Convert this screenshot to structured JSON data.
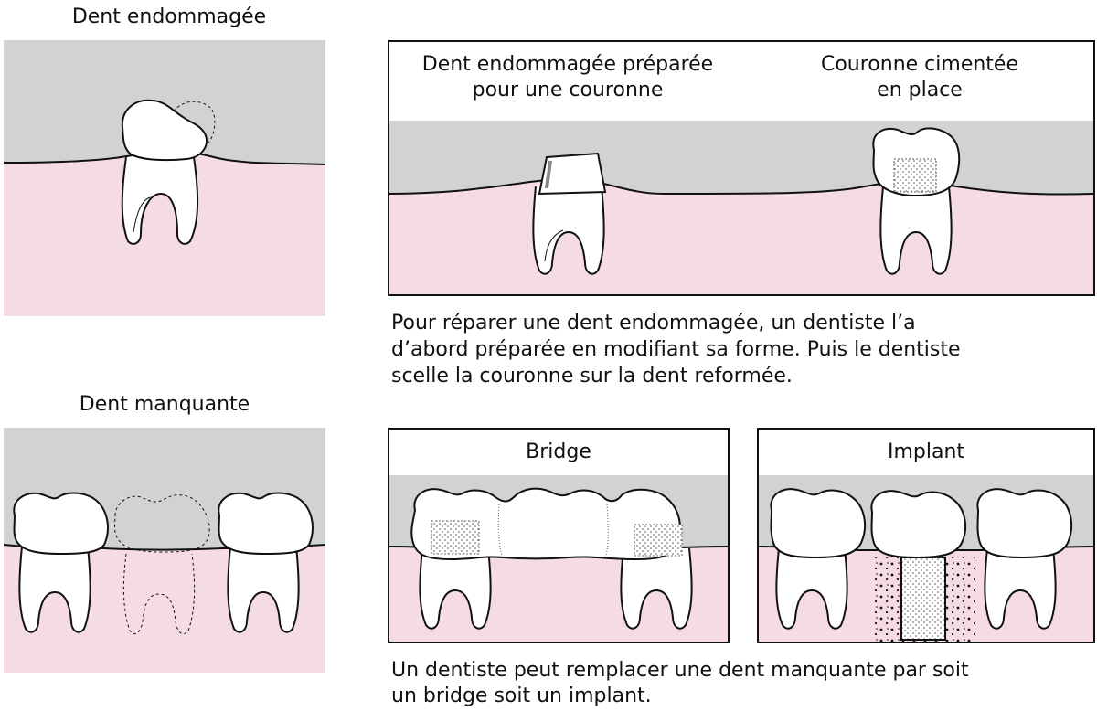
{
  "colors": {
    "gum": "#f5dbe6",
    "sky": "#d1d2d3",
    "line": "#111111",
    "tooth": "#ffffff",
    "stipple": "#666666"
  },
  "top_left": {
    "title": "Dent endommagée"
  },
  "top_right": {
    "left_title_line1": "Dent endommagée préparée",
    "left_title_line2": "pour une couronne",
    "right_title_line1": "Couronne cimentée",
    "right_title_line2": "en place"
  },
  "caption_top": {
    "line1": "Pour réparer une dent endommagée, un dentiste l’a",
    "line2": "d’abord préparée en modifiant sa forme. Puis le dentiste",
    "line3": "scelle la couronne sur la dent reformée."
  },
  "bottom_left": {
    "title": "Dent manquante"
  },
  "bridge": {
    "title": "Bridge"
  },
  "implant": {
    "title": "Implant"
  },
  "caption_bottom": {
    "line1": "Un dentiste peut remplacer une dent manquante par soit",
    "line2": "un bridge soit un implant."
  }
}
